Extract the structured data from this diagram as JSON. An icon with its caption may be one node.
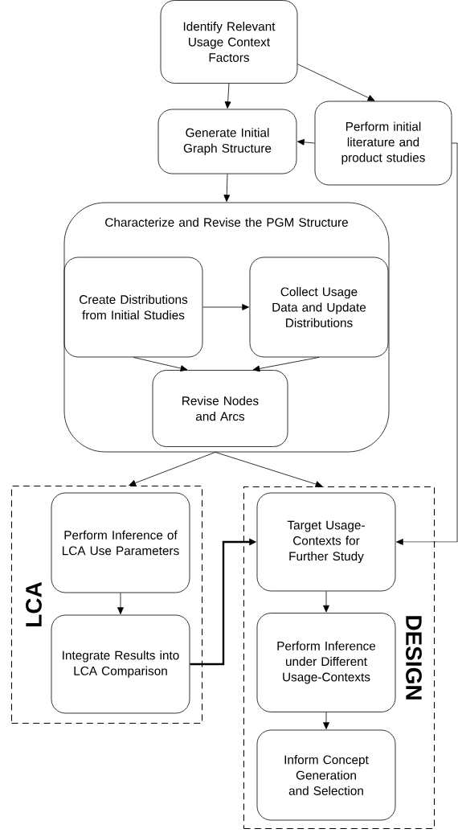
{
  "diagram": {
    "nodes": [
      {
        "text": [
          "Identify Relevant Usage Context Factors"
        ]
      },
      {
        "text": [
          "Generate Initial Graph Structure"
        ]
      },
      {
        "text": [
          "Perform initial literature and product studies"
        ]
      },
      {
        "text": [
          "Characterize and Revise the PGM Structure"
        ]
      },
      {
        "text": [
          "Create Distributions from Initial Studies"
        ],
        "in": 3
      },
      {
        "text": [
          "Collect Usage Data and Update Distributions"
        ],
        "in": 3
      },
      {
        "text": [
          "Revise Nodes and Arcs"
        ],
        "in": 3
      },
      {
        "text": [
          "LCA"
        ]
      },
      {
        "text": [
          "Perform Inference of LCA Use Parameters"
        ],
        "in": 7
      },
      {
        "text": [
          "Integrate Results into LCA Comparison"
        ],
        "in": 7
      },
      {
        "text": [
          "DESIGN"
        ]
      },
      {
        "text": [
          "Target Usage-Contexts for Further Study"
        ],
        "in": 10
      },
      {
        "text": [
          "Perform Inference under Different Usage-Contexts"
        ],
        "in": 10
      },
      {
        "text": [
          "Inform Concept Generation and Selection"
        ],
        "in": 10
      }
    ],
    "edges": [
      {
        "from": 0,
        "to": 1,
        "arrow": "to"
      },
      {
        "from": 0,
        "to": 2,
        "arrow": "to"
      },
      {
        "from": 2,
        "to": 1,
        "arrow": "to"
      },
      {
        "from": 1,
        "to": 3,
        "arrow": "to"
      },
      {
        "from": 4,
        "to": 5,
        "arrow": "to"
      },
      {
        "from": 4,
        "to": 6,
        "arrow": "to"
      },
      {
        "from": 5,
        "to": 6,
        "arrow": "to"
      },
      {
        "from": 3,
        "to": 7,
        "arrow": "to"
      },
      {
        "from": 3,
        "to": 10,
        "arrow": "to"
      },
      {
        "from": 8,
        "to": 9,
        "arrow": "to"
      },
      {
        "from": 9,
        "to": 11,
        "arrow": "to",
        "style": "thick"
      },
      {
        "from": 2,
        "to": 11,
        "arrow": "to"
      },
      {
        "from": 11,
        "to": 12,
        "arrow": "to"
      },
      {
        "from": 12,
        "to": 13,
        "arrow": "to"
      }
    ]
  }
}
